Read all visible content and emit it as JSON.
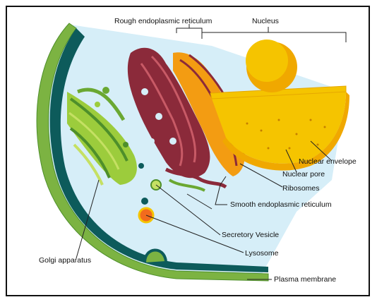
{
  "labels": {
    "rough_er": "Rough endoplasmic reticulum",
    "nucleus": "Nucleus",
    "nuclear_envelope": "Nuclear envelope",
    "nuclear_pore": "Nuclear pore",
    "ribosomes": "Ribosomes",
    "smooth_er": "Smooth endoplasmic reticulum",
    "secretory_vesicle": "Secretory Vesicle",
    "lysosome": "Lysosome",
    "golgi": "Golgi apparatus",
    "plasma_membrane": "Plasma membrane"
  },
  "colors": {
    "membrane_outer": "#7cb342",
    "membrane_dark": "#0d5b5b",
    "cytoplasm": "#d6eef8",
    "golgi_light": "#9ccc3c",
    "golgi_dark": "#4e8f2a",
    "rough_er": "#8b2a3a",
    "rough_er_orange": "#f39c12",
    "nucleus": "#f5c400",
    "nucleolus": "#f0a800",
    "lysosome": "#f26b1d"
  }
}
